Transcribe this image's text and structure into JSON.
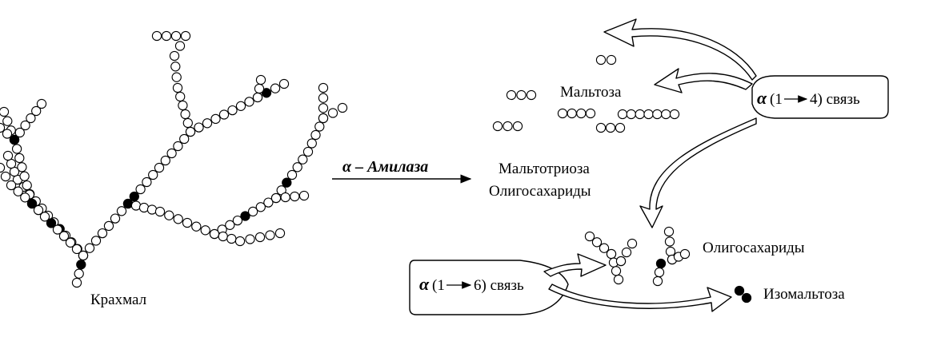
{
  "labels": {
    "starch": "Крахмал",
    "enzyme": "α – Амилаза",
    "maltose": "Мальтоза",
    "maltotriose": "Мальтотриоза",
    "oligosaccharides_left": "Олигосахариды",
    "oligosaccharides_right": "Олигосахариды",
    "isomaltose": "Изомальтоза"
  },
  "bonds": {
    "alpha14": {
      "alpha": "α",
      "open": "(1",
      "close": "4) связь"
    },
    "alpha16": {
      "alpha": "α",
      "open": "(1",
      "close": "6) связь"
    }
  },
  "colors": {
    "ink": "#000000",
    "paper": "#ffffff"
  }
}
